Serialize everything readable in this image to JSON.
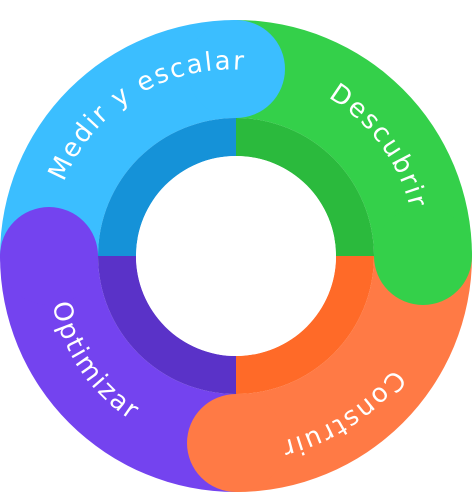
{
  "diagram": {
    "type": "cycle",
    "segments": [
      {
        "id": "descubrir",
        "label": "Descubrir",
        "outer_color": "#34D04A",
        "inner_color": "#2BBA3D"
      },
      {
        "id": "construir",
        "label": "Construir",
        "outer_color": "#FF7A45",
        "inner_color": "#FF6A28"
      },
      {
        "id": "optimizar",
        "label": "Optimizar",
        "outer_color": "#7443EF",
        "inner_color": "#5A32C8"
      },
      {
        "id": "medir",
        "label": "Medir y escalar",
        "outer_color": "#3BBEFF",
        "inner_color": "#1592D8"
      }
    ],
    "center_color": "#FFFFFF"
  }
}
